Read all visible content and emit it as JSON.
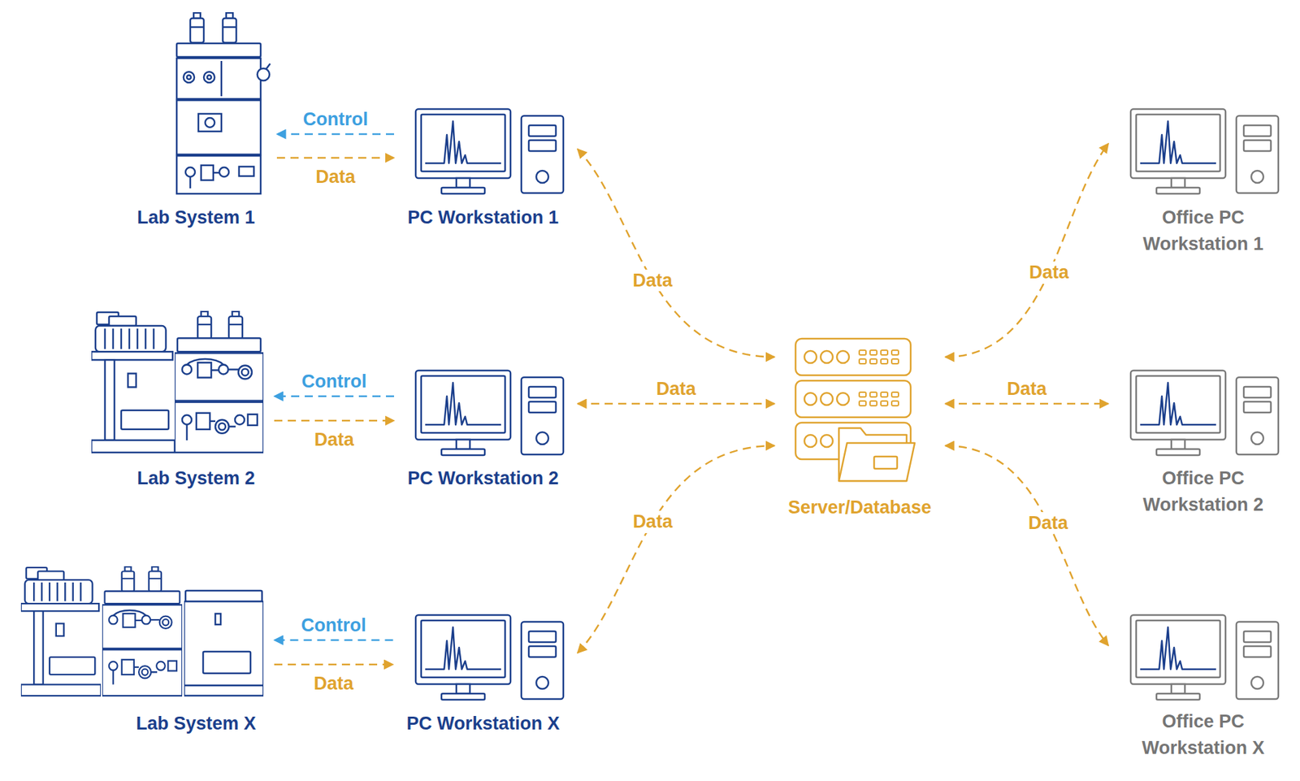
{
  "diagram": {
    "nodes": [
      {
        "text": [
          "Lab System 1"
        ]
      },
      {
        "text": [
          "PC Workstation 1"
        ]
      },
      {
        "text": [
          "Office PC Workstation 1"
        ]
      },
      {
        "text": [
          "Lab System 2"
        ]
      },
      {
        "text": [
          "PC Workstation 2"
        ]
      },
      {
        "text": [
          "Server/Database"
        ]
      },
      {
        "text": [
          "Office PC Workstation 2"
        ]
      },
      {
        "text": [
          "Lab System X"
        ]
      },
      {
        "text": [
          "PC Workstation X"
        ]
      },
      {
        "text": [
          "Office PC Workstation X"
        ]
      }
    ],
    "edges": [
      {
        "from": 1,
        "to": 0,
        "label": "Control",
        "arrow": "to"
      },
      {
        "from": 0,
        "to": 1,
        "label": "Data",
        "arrow": "to"
      },
      {
        "from": 1,
        "to": 5,
        "label": "Data",
        "arrow": "both"
      },
      {
        "from": 5,
        "to": 2,
        "label": "Data",
        "arrow": "both"
      },
      {
        "from": 4,
        "to": 3,
        "label": "Control",
        "arrow": "to"
      },
      {
        "from": 3,
        "to": 4,
        "label": "Data",
        "arrow": "to"
      },
      {
        "from": 4,
        "to": 5,
        "label": "Data",
        "arrow": "both"
      },
      {
        "from": 5,
        "to": 6,
        "label": "Data",
        "arrow": "both"
      },
      {
        "from": 8,
        "to": 7,
        "label": "Control",
        "arrow": "to"
      },
      {
        "from": 7,
        "to": 8,
        "label": "Data",
        "arrow": "to"
      },
      {
        "from": 8,
        "to": 5,
        "label": "Data",
        "arrow": "both"
      },
      {
        "from": 5,
        "to": 9,
        "label": "Data",
        "arrow": "both"
      }
    ]
  }
}
